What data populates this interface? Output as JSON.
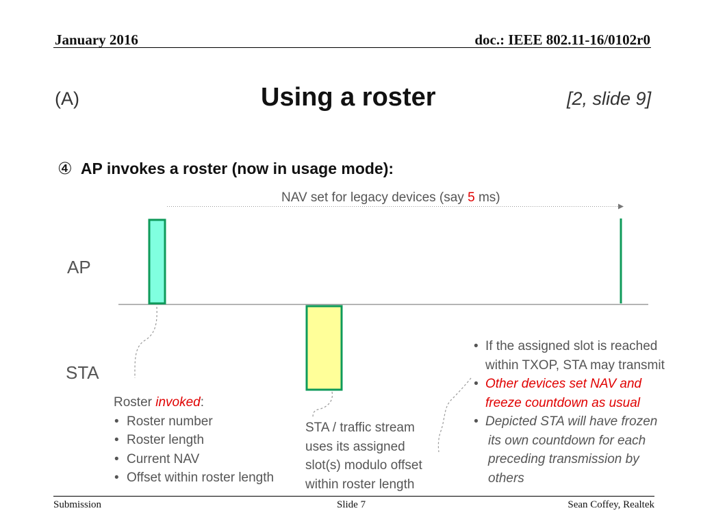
{
  "header": {
    "date": "January 2016",
    "doc": "doc.: IEEE 802.11-16/0102r0"
  },
  "title": {
    "label": "(A)",
    "text": "Using a roster",
    "ref": "[2, slide 9]"
  },
  "step": {
    "number": "④",
    "text": "AP invokes a roster (now in usage mode):"
  },
  "nav": {
    "pre": "NAV set for legacy devices (say",
    "value": "5",
    "post": "ms)"
  },
  "rows": {
    "ap": "AP",
    "sta": "STA"
  },
  "roster_box": {
    "heading_prefix": "Roster ",
    "heading_em": "invoked",
    "heading_suffix": ":",
    "items": [
      "Roster number",
      "Roster length",
      "Current NAV",
      "Offset within roster length"
    ]
  },
  "sta_note": [
    "STA / traffic stream",
    "uses its assigned",
    "slot(s) modulo offset",
    "within roster length"
  ],
  "right_notes": {
    "b1": [
      "If the assigned slot is reached",
      "within TXOP, STA may transmit"
    ],
    "b2": [
      "Other devices set NAV and",
      "freeze countdown as usual"
    ],
    "b3": [
      "Depicted STA will have frozen",
      "its own countdown for each",
      "preceding transmission by",
      "others"
    ]
  },
  "colors": {
    "ap_block": "#80ffe0",
    "ap_border": "#0e9a5a",
    "sta_block": "#ffff99",
    "accent_red": "#e00000",
    "text_gray": "#555555"
  },
  "footer": {
    "left": "Submission",
    "center": "Slide 7",
    "right": "Sean Coffey, Realtek"
  }
}
